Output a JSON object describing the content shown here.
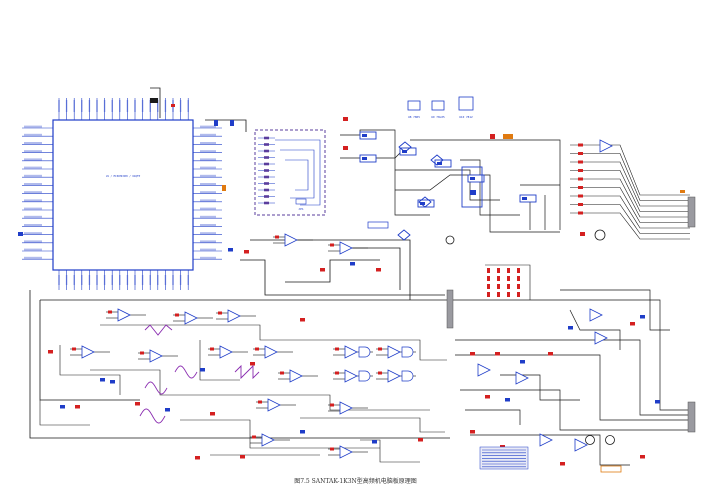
{
  "figure": {
    "caption": "图7.5 SANTAK-1K3N型高频机电脑板原理图",
    "colors": {
      "wire_black": "#1a1a1a",
      "wire_blue": "#1f3dc8",
      "part_red": "#d42020",
      "part_orange": "#e07a10",
      "opamp_fill": "#ffffff",
      "connector_gray": "#9a9aa0",
      "jumper_purple": "#5a3c9c",
      "waveform_purple": "#8a2cb0"
    }
  },
  "mcu": {
    "body_text": "U1 / MC68HC908 / 64QFP"
  },
  "regulators": {
    "labels": [
      "U8 7805",
      "U9 78L05",
      "U10 7812"
    ]
  },
  "jumper_block": {
    "label": "JP1"
  }
}
